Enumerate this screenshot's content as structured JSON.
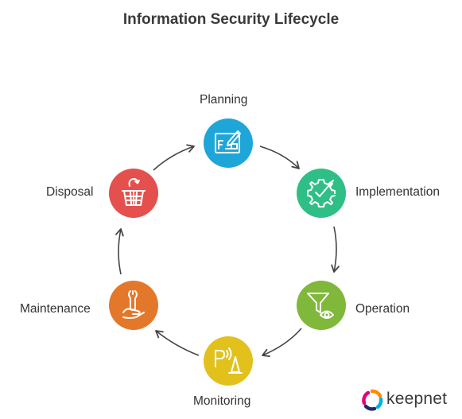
{
  "title": "Information Security Lifecycle",
  "stages": [
    {
      "label": "Planning",
      "icon": "blueprint-pencil-icon",
      "color": "#1fa6d9"
    },
    {
      "label": "Implementation",
      "icon": "gear-check-icon",
      "color": "#2fbf86"
    },
    {
      "label": "Operation",
      "icon": "funnel-eye-icon",
      "color": "#7fb83a"
    },
    {
      "label": "Monitoring",
      "icon": "signal-cone-icon",
      "color": "#e2c11d"
    },
    {
      "label": "Maintenance",
      "icon": "hand-wrench-icon",
      "color": "#e4782a"
    },
    {
      "label": "Disposal",
      "icon": "recycle-basket-icon",
      "color": "#e4504e"
    }
  ],
  "logo": {
    "text": "keepnet",
    "colors": [
      "#e6007e",
      "#ff8a00",
      "#00b2e3",
      "#1f2a6b"
    ]
  },
  "arrow_color": "#444444",
  "icon_color": "#ffffff"
}
